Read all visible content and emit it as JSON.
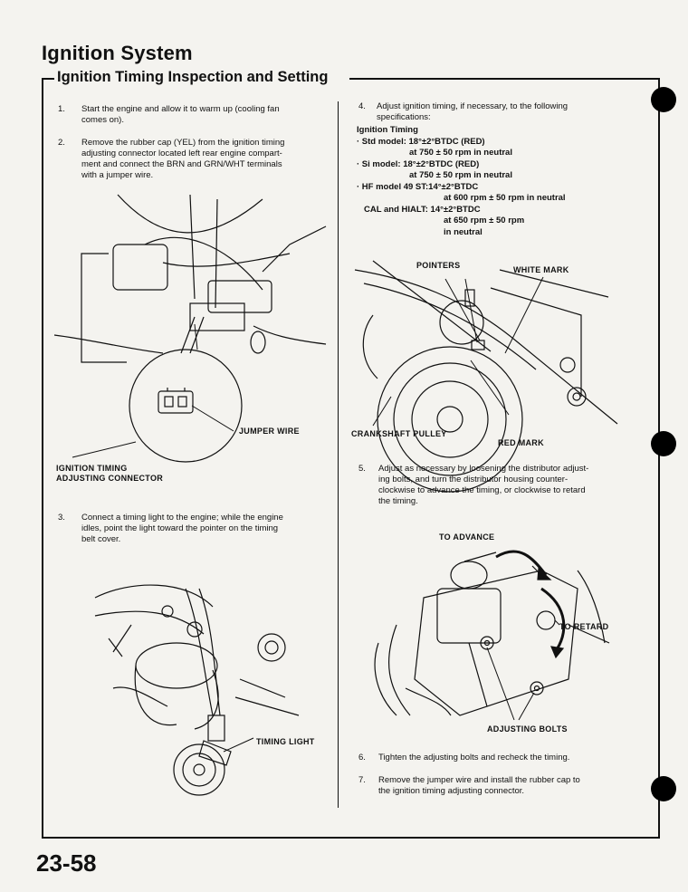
{
  "header": {
    "section_title": "Ignition System",
    "subsection_title": "Ignition Timing Inspection and Setting"
  },
  "left": {
    "step1": {
      "num": "1.",
      "text": [
        "Start the engine and allow it to warm up (cooling fan",
        "comes on)."
      ]
    },
    "step2": {
      "num": "2.",
      "text": [
        "Remove the rubber cap (YEL) from the ignition timing",
        "adjusting connector located left rear engine compart-",
        "ment and connect the BRN and GRN/WHT terminals",
        "with a jumper wire."
      ]
    },
    "fig1": {
      "jumper_label": "JUMPER WIRE",
      "connector_label": [
        "IGNITION TIMING",
        "ADJUSTING CONNECTOR"
      ]
    },
    "step3": {
      "num": "3.",
      "text": [
        "Connect a timing light to the engine; while the engine",
        "idles, point the light toward the pointer on the timing",
        "belt cover."
      ]
    },
    "fig2": {
      "timing_light_label": "TIMING LIGHT"
    }
  },
  "right": {
    "step4": {
      "num": "4.",
      "text": [
        "Adjust ignition timing, if necessary, to the following",
        "specifications:"
      ]
    },
    "specs": {
      "heading": "Ignition Timing",
      "std_line1": "· Std model:  18°±2°BTDC (RED)",
      "std_line2": "at 750 ± 50 rpm in neutral",
      "si_line1": "· Si model:  18°±2°BTDC (RED)",
      "si_line2": "at 750 ± 50 rpm in neutral",
      "hf_line1": "· HF model 49 ST:14°±2°BTDC",
      "hf_line2": "at 600 rpm ± 50 rpm in neutral",
      "cal_line1": "CAL and HIALT: 14°±2°BTDC",
      "cal_line2": "at 650 rpm ± 50 rpm",
      "cal_line3": "in neutral"
    },
    "fig3": {
      "pointers": "POINTERS",
      "white_mark": "WHITE MARK",
      "crankshaft": "CRANKSHAFT PULLEY",
      "red_mark": "RED MARK"
    },
    "step5": {
      "num": "5.",
      "text": [
        "Adjust as necessary by loosening the distributor adjust-",
        "ing bolts, and turn the distributor housing counter-",
        "clockwise to advance the timing, or clockwise to retard",
        "the timing."
      ]
    },
    "fig4": {
      "advance": "TO ADVANCE",
      "retard": "TO RETARD",
      "bolts": "ADJUSTING BOLTS"
    },
    "step6": {
      "num": "6.",
      "text": [
        "Tighten the adjusting bolts and recheck the timing."
      ]
    },
    "step7": {
      "num": "7.",
      "text": [
        "Remove the jumper wire and install the rubber cap to",
        "the ignition timing adjusting connector."
      ]
    }
  },
  "footer": {
    "page_number": "23-58"
  }
}
